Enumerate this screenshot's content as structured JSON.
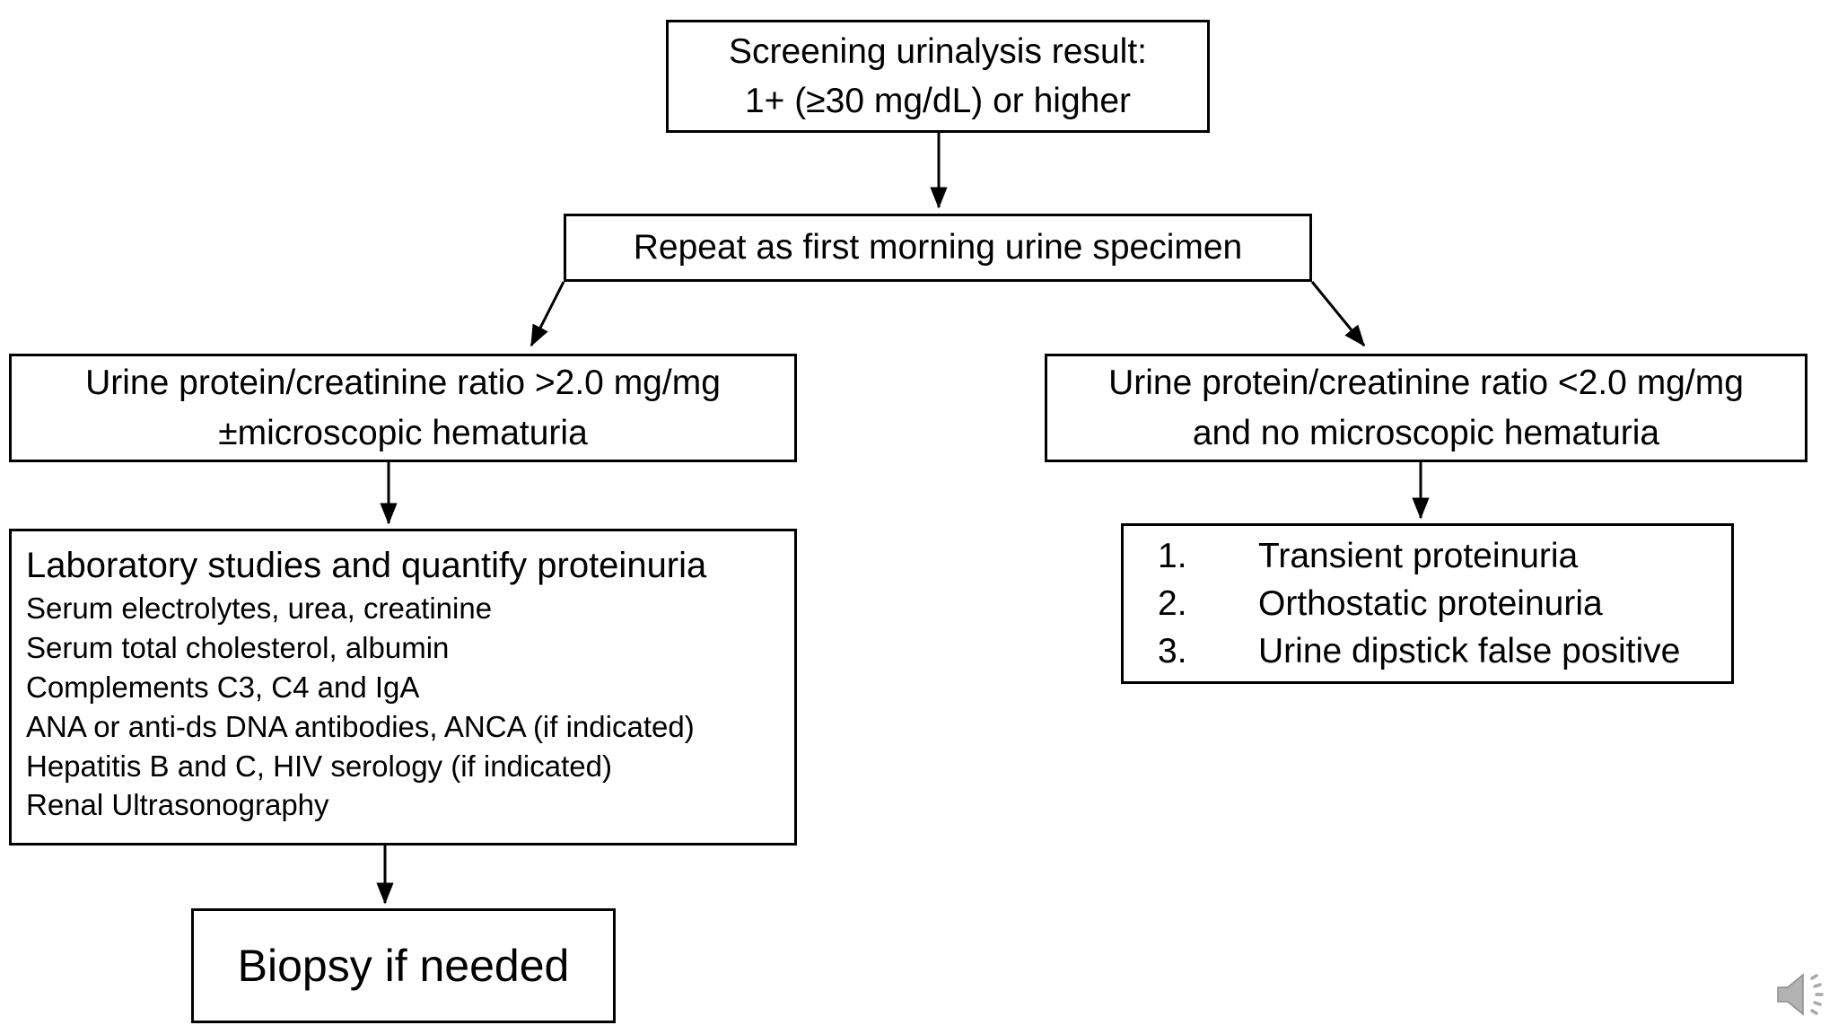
{
  "slide": {
    "colors": {
      "background": "#ffffff",
      "node_border": "#000000",
      "text": "#000000",
      "arrow": "#000000",
      "speaker_fill": "#b3b3b3",
      "speaker_outline": "#8c8c8c"
    },
    "nodes": {
      "screening": {
        "line1": "Screening urinalysis result:",
        "line2": "1+ (≥30 mg/dL) or higher"
      },
      "repeat": {
        "label": "Repeat as first morning urine specimen"
      },
      "high_ratio": {
        "line1": "Urine protein/creatinine ratio >2.0 mg/mg",
        "line2": "±microscopic hematuria"
      },
      "low_ratio": {
        "line1": "Urine protein/creatinine ratio <2.0 mg/mg",
        "line2": "and no microscopic hematuria"
      },
      "lab": {
        "title": "Laboratory studies and quantify proteinuria",
        "items": [
          "Serum electrolytes, urea, creatinine",
          "Serum total cholesterol, albumin",
          "Complements C3, C4 and IgA",
          "ANA or anti-ds DNA antibodies, ANCA (if indicated)",
          "Hepatitis B and C, HIV serology (if indicated)",
          "Renal Ultrasonography"
        ]
      },
      "biopsy": {
        "label": "Biopsy if needed"
      },
      "outcomes": {
        "items": [
          {
            "num": "1.",
            "text": "Transient proteinuria"
          },
          {
            "num": "2.",
            "text": "Orthostatic proteinuria"
          },
          {
            "num": "3.",
            "text": "Urine dipstick false positive"
          }
        ]
      }
    },
    "icons": {
      "speaker": "speaker-audio-icon"
    }
  }
}
